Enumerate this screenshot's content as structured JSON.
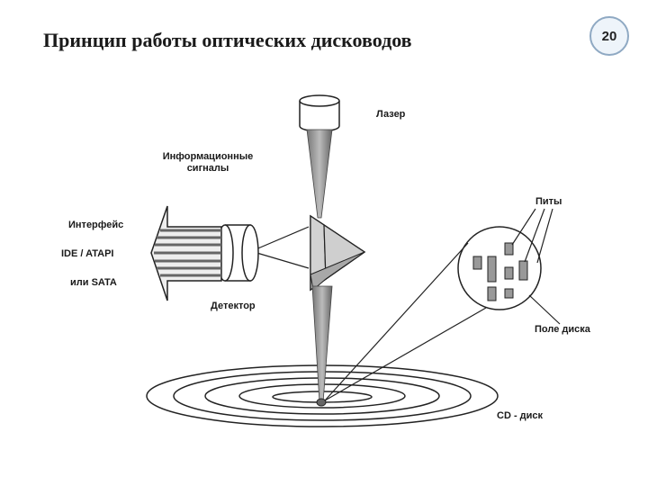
{
  "slide": {
    "title": "Принцип работы оптических дисководов",
    "page_number": "20"
  },
  "labels": {
    "laser": "Лазер",
    "info_signals_line1": "Информационные",
    "info_signals_line2": "сигналы",
    "interface": "Интерфейс",
    "ide_atapi": "IDE / ATAPI",
    "or_sata": "или SATA",
    "detector": "Детектор",
    "pits": "Питы",
    "disk_field": "Поле диска",
    "cd_disk": "CD - диск"
  }
}
